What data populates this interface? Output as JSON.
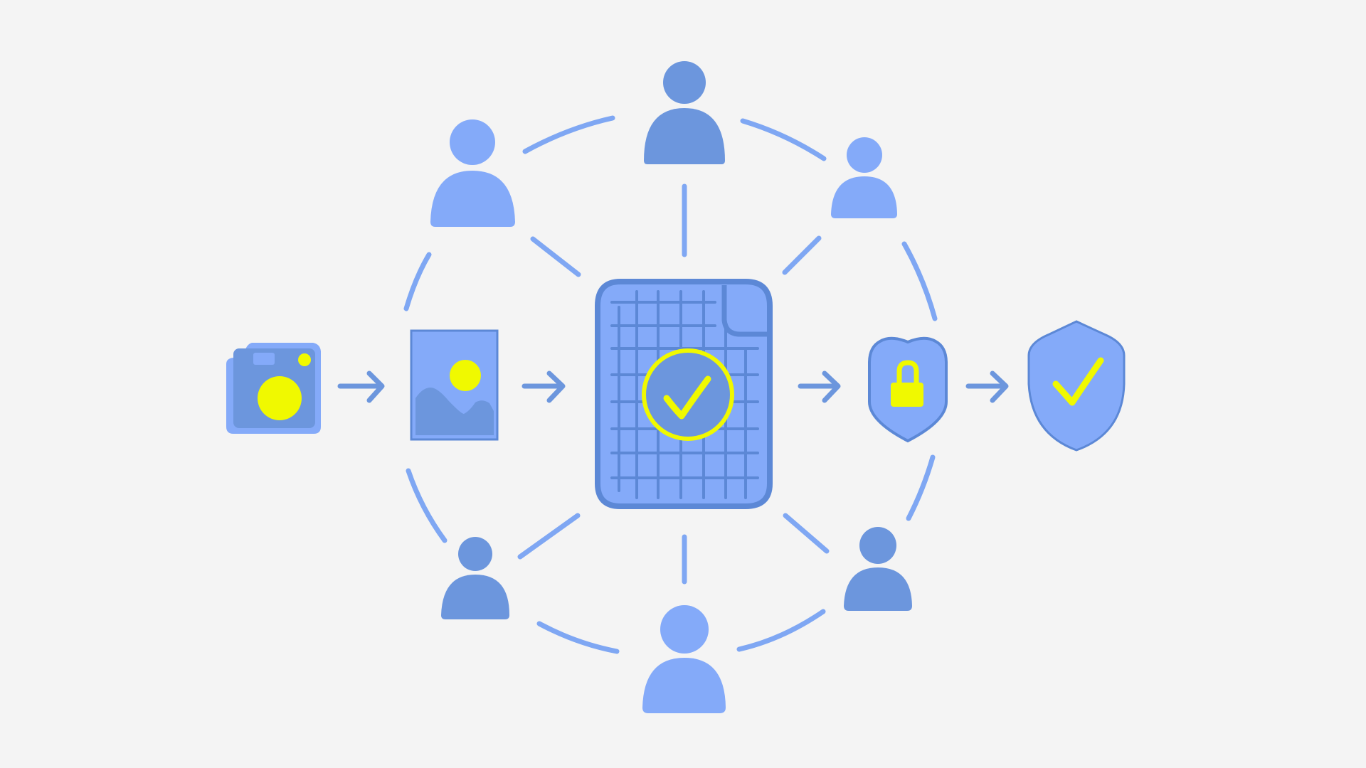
{
  "colors": {
    "background": "#f4f4f4",
    "blue_light": "#84aaf9",
    "blue_mid": "#6c96dd",
    "blue_outline": "#5c88d6",
    "yellow": "#f0f900",
    "link_blue": "#7fa7f3"
  },
  "nodes": [
    {
      "id": "camera",
      "icon": "camera-icon",
      "role": "input"
    },
    {
      "id": "image",
      "icon": "image-icon",
      "role": "photo"
    },
    {
      "id": "document",
      "icon": "verified-document-icon",
      "role": "center"
    },
    {
      "id": "lock",
      "icon": "shield-lock-icon",
      "role": "secured"
    },
    {
      "id": "shield",
      "icon": "shield-check-icon",
      "role": "verified"
    }
  ],
  "people": [
    {
      "id": "top",
      "icon": "person-icon",
      "tone": "mid"
    },
    {
      "id": "top-left",
      "icon": "person-icon",
      "tone": "light"
    },
    {
      "id": "top-right",
      "icon": "person-icon",
      "tone": "light"
    },
    {
      "id": "bottom-left",
      "icon": "person-icon",
      "tone": "mid"
    },
    {
      "id": "bottom",
      "icon": "person-icon",
      "tone": "light"
    },
    {
      "id": "bottom-right",
      "icon": "person-icon",
      "tone": "mid"
    }
  ],
  "flow": [
    "camera",
    "image",
    "document",
    "lock",
    "shield"
  ]
}
